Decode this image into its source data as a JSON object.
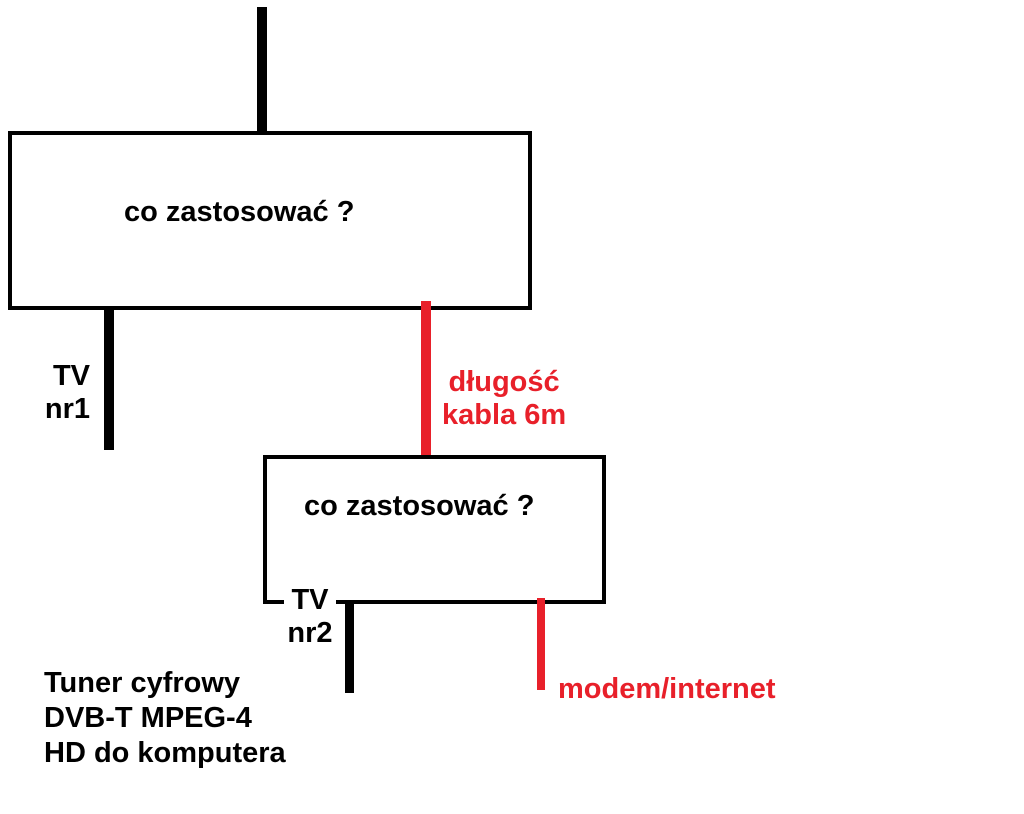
{
  "colors": {
    "line": "#000000",
    "accent": "#e8202a",
    "background": "#ffffff"
  },
  "top_box": {
    "label": "co zastosować ?"
  },
  "bottom_box": {
    "label": "co zastosować ?"
  },
  "tv1": {
    "line1": "TV",
    "line2": "nr1"
  },
  "cable": {
    "line1": "długość",
    "line2": "kabla 6m"
  },
  "tv2": {
    "line1": "TV",
    "line2": "nr2"
  },
  "modem": {
    "label": "modem/internet"
  },
  "tuner": {
    "line1": "Tuner cyfrowy",
    "line2": "DVB-T MPEG-4",
    "line3": "HD do komputera"
  }
}
